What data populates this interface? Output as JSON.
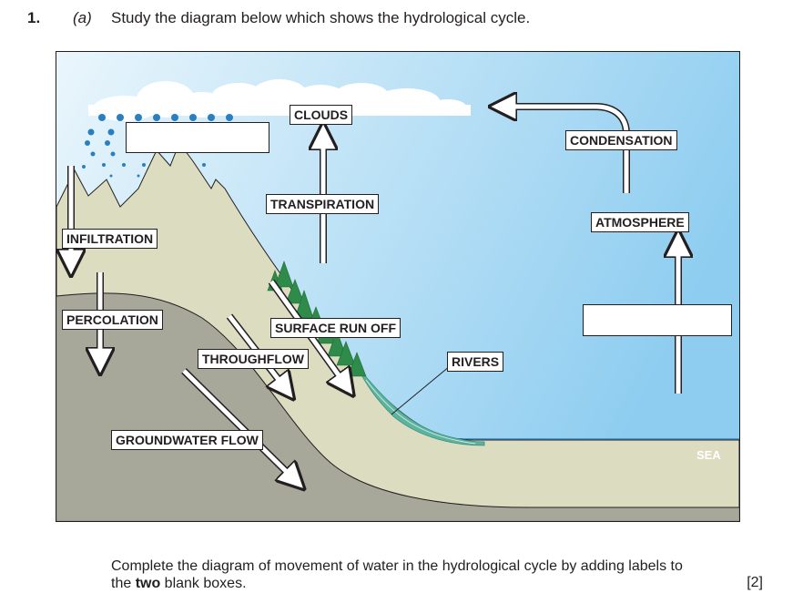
{
  "question": {
    "number": "1.",
    "part": "(a)",
    "prompt": "Study the diagram below which shows the hydrological cycle."
  },
  "diagram": {
    "labels": {
      "clouds": "CLOUDS",
      "condensation": "CONDENSATION",
      "transpiration": "TRANSPIRATION",
      "atmosphere": "ATMOSPHERE",
      "infiltration": "INFILTRATION",
      "percolation": "PERCOLATION",
      "surface_run_off": "SURFACE RUN OFF",
      "throughflow": "THROUGHFLOW",
      "rivers": "RIVERS",
      "groundwater_flow": "GROUNDWATER FLOW",
      "sea": "SEA"
    },
    "blank_boxes": 2,
    "colors": {
      "sky_top": "#9fd4f0",
      "sky_bottom": "#e8f5fc",
      "land": "#dcdcc0",
      "rock": "#a8a89a",
      "sea": "#2a7fc0",
      "river": "#5cb3a0",
      "trees": "#2e8b4a",
      "rain": "#2a7fc0"
    }
  },
  "instruction": {
    "line1": "Complete the diagram of movement of water in the hydrological cycle by adding labels to",
    "line2_pre": "the ",
    "line2_bold": "two",
    "line2_post": " blank boxes.",
    "marks": "[2]"
  }
}
